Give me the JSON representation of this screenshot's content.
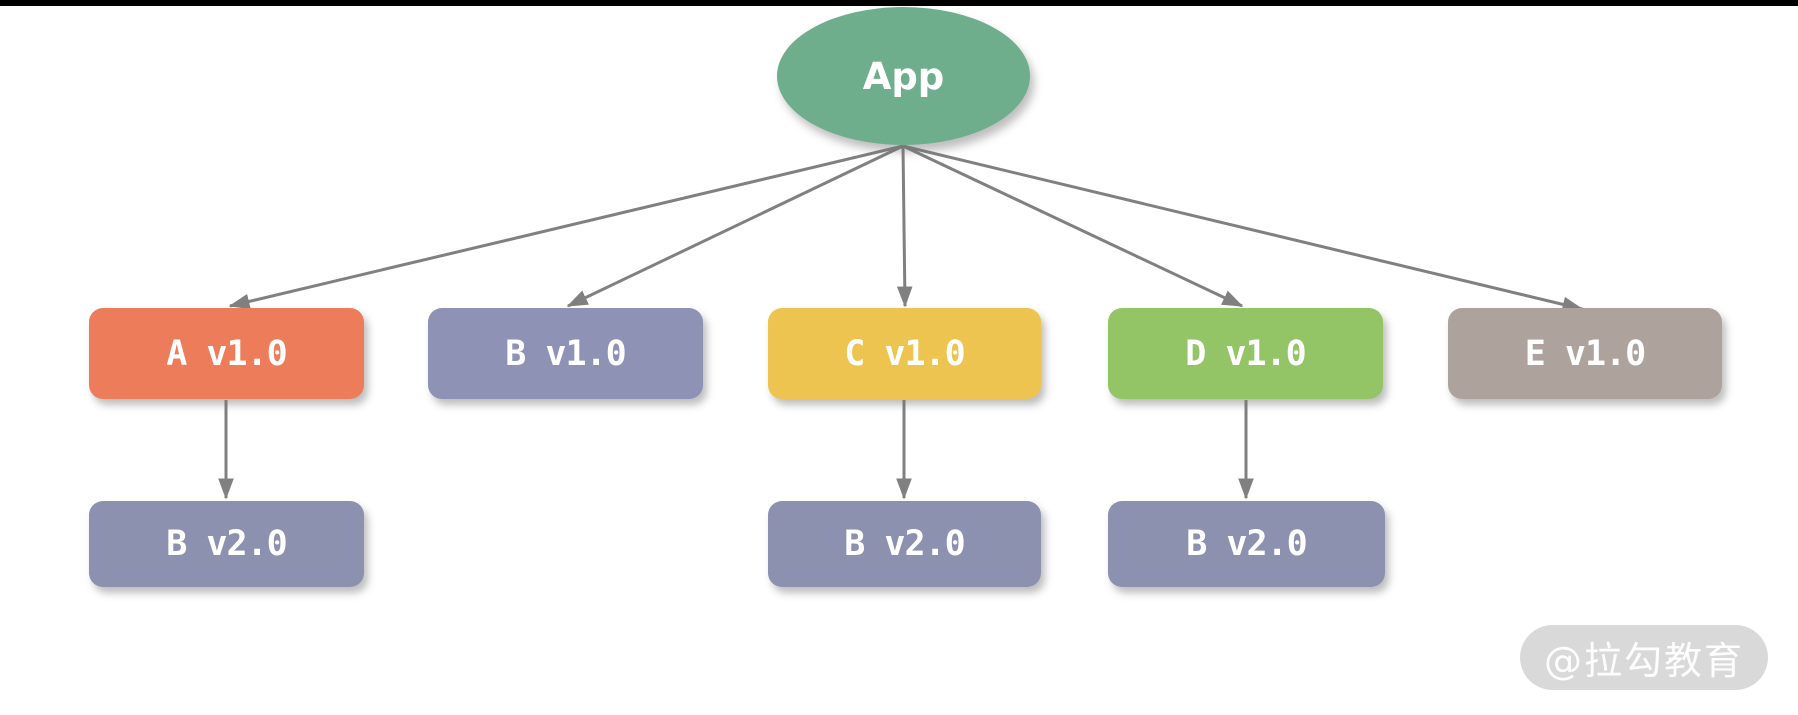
{
  "page": {
    "background": "#FFFFFF",
    "top_bar_color": "#000000"
  },
  "diagram": {
    "root": {
      "label": "App",
      "color": "#6FAE8D"
    },
    "level1": [
      {
        "id": "A",
        "label": "A v1.0",
        "color": "#ED7C5A"
      },
      {
        "id": "B",
        "label": "B v1.0",
        "color": "#8E92B4"
      },
      {
        "id": "C",
        "label": "C v1.0",
        "color": "#ECC44F"
      },
      {
        "id": "D",
        "label": "D v1.0",
        "color": "#93C566"
      },
      {
        "id": "E",
        "label": "E v1.0",
        "color": "#ADA39C"
      }
    ],
    "level2": [
      {
        "id": "B2-under-A",
        "label": "B v2.0",
        "color": "#8C91B0"
      },
      {
        "id": "B2-under-C",
        "label": "B v2.0",
        "color": "#8C91B0"
      },
      {
        "id": "B2-under-D",
        "label": "B v2.0",
        "color": "#8C91B0"
      }
    ],
    "edges": {
      "color": "#808080",
      "list": [
        "App → A v1.0",
        "App → B v1.0",
        "App → C v1.0",
        "App → D v1.0",
        "App → E v1.0",
        "A v1.0 → B v2.0",
        "C v1.0 → B v2.0",
        "D v1.0 → B v2.0"
      ]
    }
  },
  "watermark": {
    "label": "@拉勾教育",
    "pill_color": "#D9D9D9"
  }
}
